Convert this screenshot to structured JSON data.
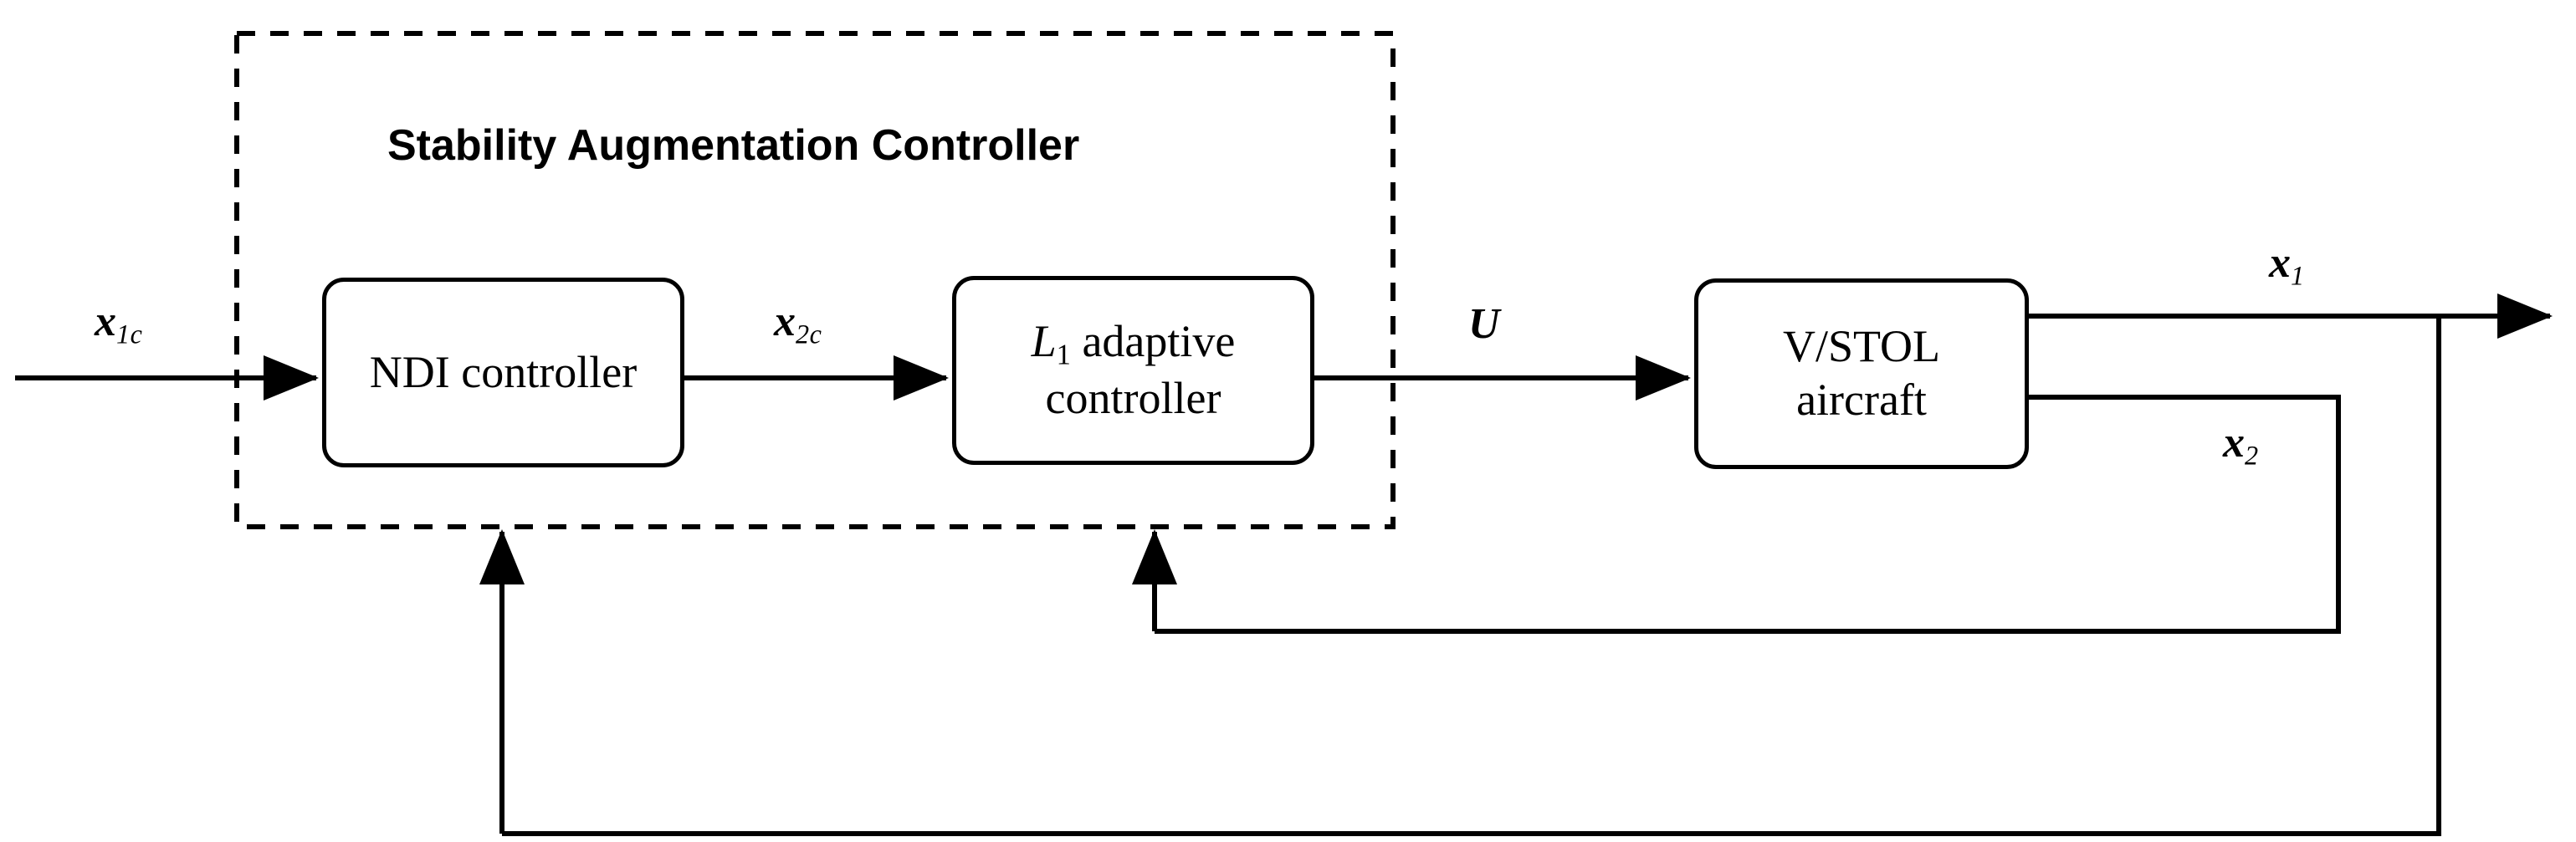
{
  "diagram": {
    "title": "Stability Augmentation Controller",
    "blocks": {
      "ndi": {
        "label": "NDI controller"
      },
      "l1": {
        "label_math": "L",
        "label_sub": "1",
        "label_rest": " adaptive",
        "label_line2": "controller"
      },
      "plant": {
        "label_line1": "V/STOL",
        "label_line2": "aircraft"
      }
    },
    "signals": {
      "x1c": {
        "base": "x",
        "sub": "1c"
      },
      "x2c": {
        "base": "x",
        "sub": "2c"
      },
      "u": {
        "base": "U"
      },
      "x1": {
        "base": "x",
        "sub": "1"
      },
      "x2": {
        "base": "x",
        "sub": "2"
      }
    },
    "colors": {
      "line": "#000000",
      "background": "#ffffff",
      "text": "#000000"
    }
  }
}
